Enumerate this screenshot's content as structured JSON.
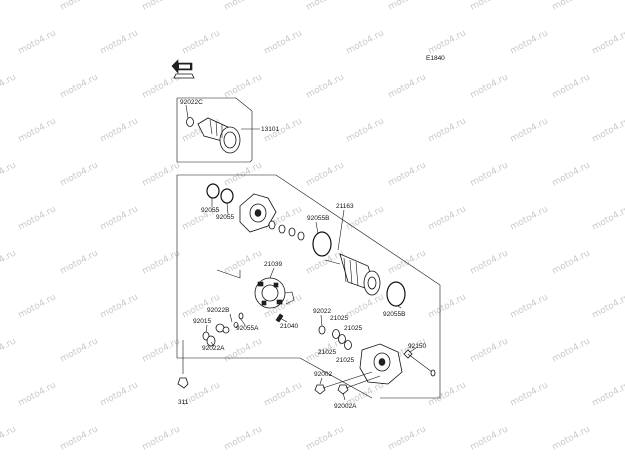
{
  "diagram_code": "E1840",
  "watermark": "moto4.ru",
  "parts": {
    "p92022c": "92022C",
    "p13101": "13101",
    "p92055_a": "92055",
    "p92055_b": "92055",
    "p92055b_top": "92055B",
    "p21163": "21163",
    "p21039": "21039",
    "p92022b": "92022B",
    "p92015": "92015",
    "p92055a": "92055A",
    "p21040": "21040",
    "p92022a": "92022A",
    "p92022": "92022",
    "p21025_a": "21025",
    "p21025_b": "21025",
    "p21025_c": "21025",
    "p21025_d": "21025",
    "p92055b_bot": "92055B",
    "p92150": "92150",
    "p92002": "92002",
    "p92002a": "92002A",
    "p311": "311"
  }
}
